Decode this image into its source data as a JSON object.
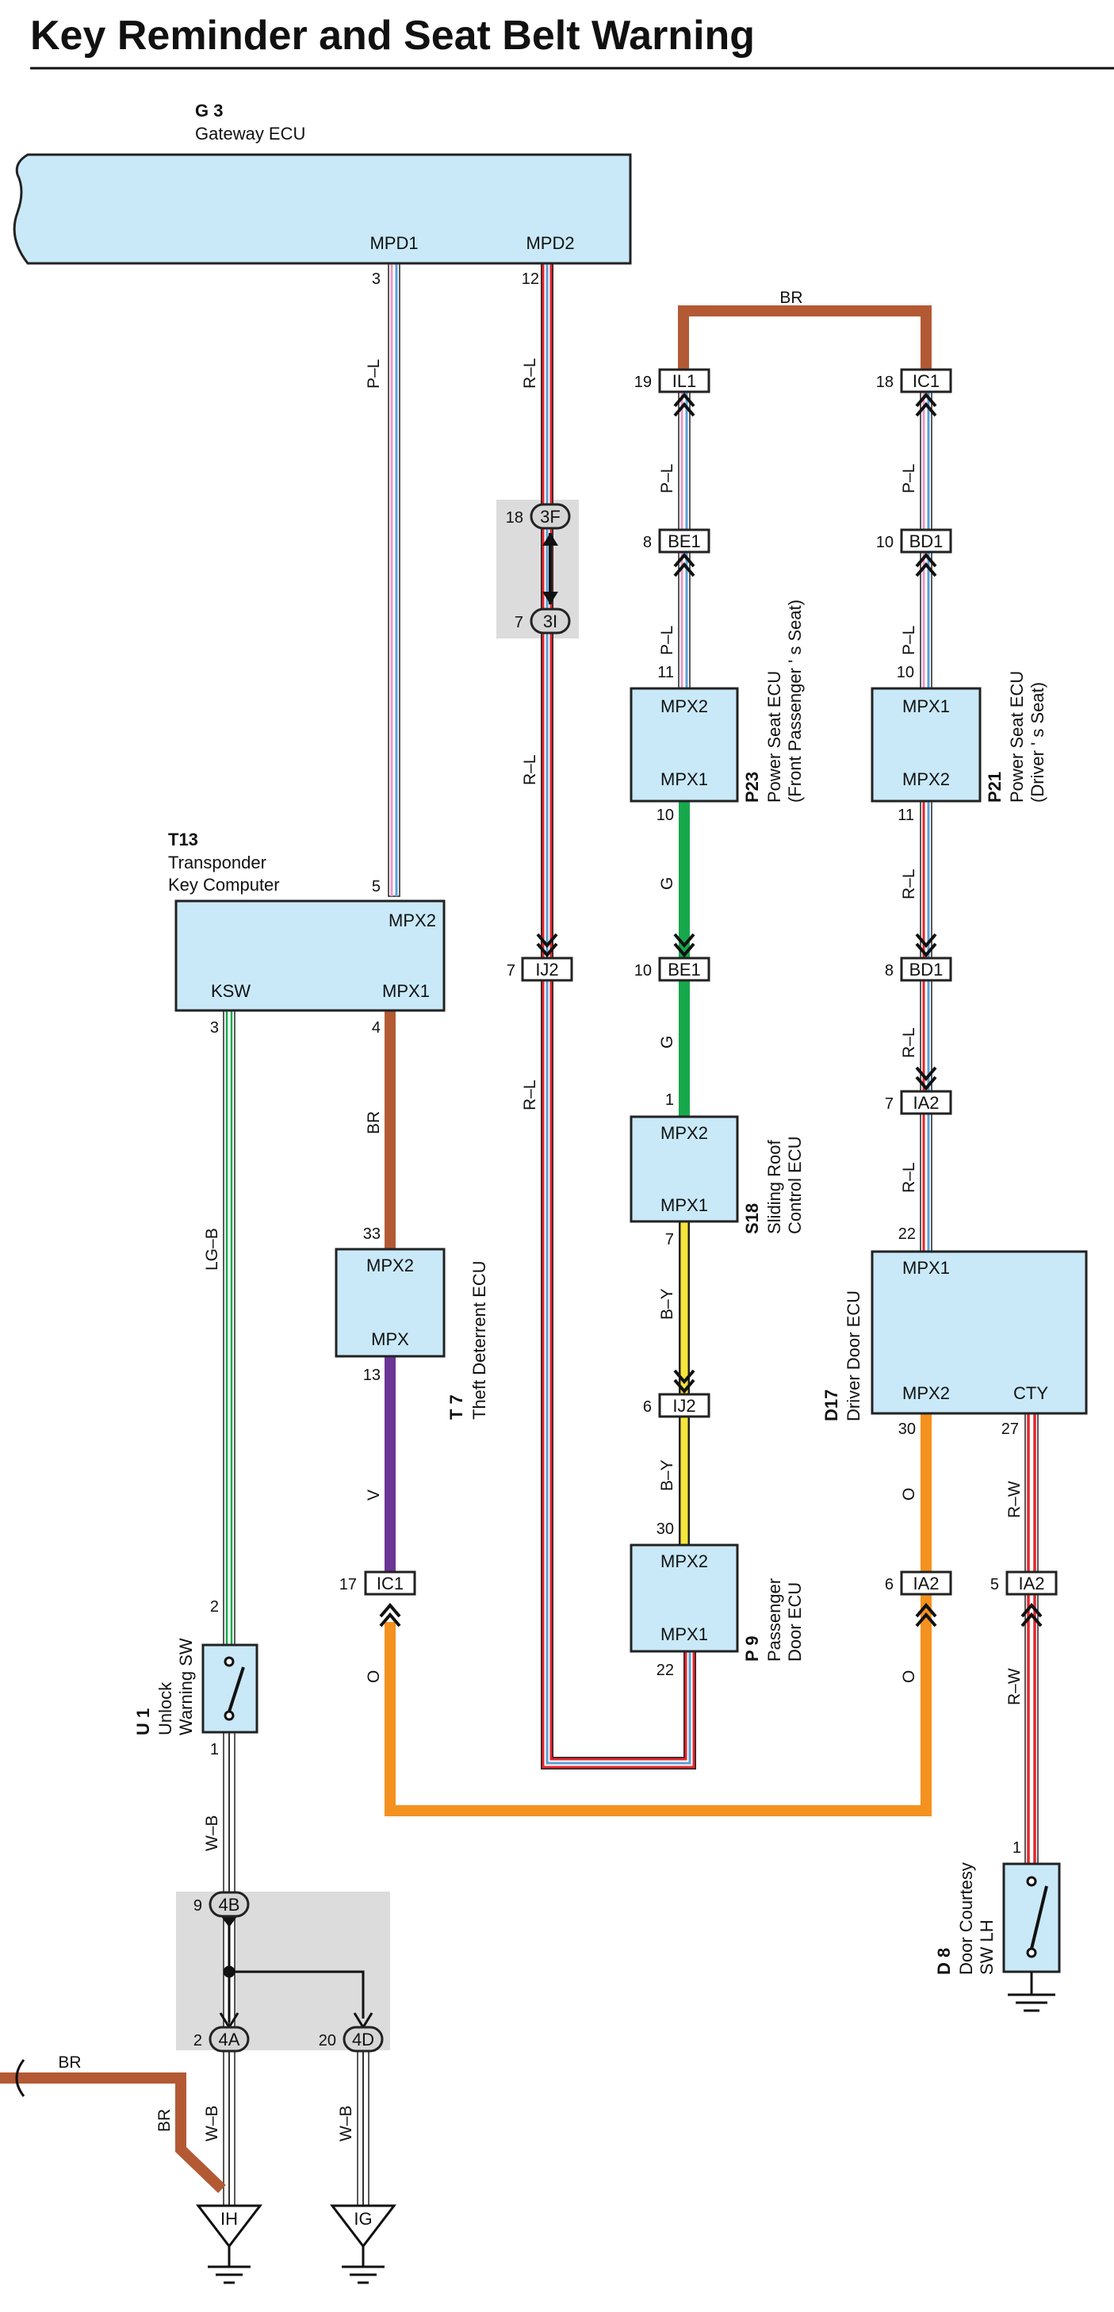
{
  "title": "Key Reminder and Seat Belt Warning",
  "components": {
    "g3": {
      "code": "G 3",
      "name": "Gateway ECU",
      "pins": [
        "MPD1",
        "MPD2"
      ],
      "pin_numbers": [
        "3",
        "12"
      ]
    },
    "t13": {
      "code": "T13",
      "name_line1": "Transponder",
      "name_line2": "Key Computer",
      "pins": [
        "MPX2",
        "KSW",
        "MPX1"
      ],
      "pin_numbers": [
        "5",
        "3",
        "4"
      ]
    },
    "t7": {
      "code": "T 7",
      "name": "Theft Deterrent ECU",
      "pins": [
        "MPX2",
        "MPX"
      ],
      "pin_numbers": [
        "33",
        "13"
      ]
    },
    "p23": {
      "code": "P23",
      "name_line1": "Power Seat ECU",
      "name_line2": "(Front Passenger ' s Seat)",
      "pins": [
        "MPX2",
        "MPX1"
      ],
      "pin_numbers": [
        "11",
        "10"
      ]
    },
    "p21": {
      "code": "P21",
      "name_line1": "Power Seat ECU",
      "name_line2": "(Driver ' s Seat)",
      "pins": [
        "MPX1",
        "MPX2"
      ],
      "pin_numbers": [
        "10",
        "11"
      ]
    },
    "s18": {
      "code": "S18",
      "name_line1": "Sliding Roof",
      "name_line2": "Control ECU",
      "pins": [
        "MPX2",
        "MPX1"
      ],
      "pin_numbers": [
        "1",
        "7"
      ]
    },
    "d17": {
      "code": "D17",
      "name": "Driver Door ECU",
      "pins": [
        "MPX1",
        "MPX2",
        "CTY"
      ],
      "pin_numbers": [
        "22",
        "30",
        "27"
      ]
    },
    "p9": {
      "code": "P 9",
      "name_line1": "Passenger",
      "name_line2": "Door ECU",
      "pins": [
        "MPX2",
        "MPX1"
      ],
      "pin_numbers": [
        "30",
        "22"
      ]
    },
    "u1": {
      "code": "U 1",
      "name_line1": "Unlock",
      "name_line2": "Warning SW",
      "pin_numbers": [
        "2",
        "1"
      ]
    },
    "d8": {
      "code": "D 8",
      "name_line1": "Door Courtesy",
      "name_line2": "SW LH",
      "pin_numbers": [
        "1"
      ]
    }
  },
  "connectors": {
    "il1": {
      "label": "IL1",
      "pin": "19"
    },
    "ic1_top": {
      "label": "IC1",
      "pin": "18"
    },
    "be1_top": {
      "label": "BE1",
      "pin": "8"
    },
    "bd1_top": {
      "label": "BD1",
      "pin": "10"
    },
    "ij2_mid": {
      "label": "IJ2",
      "pin": "7"
    },
    "be1_mid": {
      "label": "BE1",
      "pin": "10"
    },
    "bd1_mid": {
      "label": "BD1",
      "pin": "8"
    },
    "ia2_right": {
      "label": "IA2",
      "pin": "7"
    },
    "ij2_low": {
      "label": "IJ2",
      "pin": "6"
    },
    "ic1_low": {
      "label": "IC1",
      "pin": "17"
    },
    "ia2_low": {
      "label": "IA2",
      "pin": "6"
    },
    "ia2_cty": {
      "label": "IA2",
      "pin": "5"
    }
  },
  "junctions": {
    "j3f": {
      "label": "3F",
      "pin": "18"
    },
    "j3i": {
      "label": "3I",
      "pin": "7"
    },
    "j4b": {
      "label": "4B",
      "pin": "9"
    },
    "j4a": {
      "label": "4A",
      "pin": "2"
    },
    "j4d": {
      "label": "4D",
      "pin": "20"
    }
  },
  "grounds": {
    "ih": "IH",
    "ig": "IG"
  },
  "wires": {
    "pl": "P–L",
    "rl": "R–L",
    "br": "BR",
    "g": "G",
    "by": "B–Y",
    "lgb": "LG–B",
    "v": "V",
    "o": "O",
    "rw": "R–W",
    "wb": "W–B"
  },
  "colors": {
    "panel": "#c9e9f8",
    "brown": "#b35a35",
    "green": "#17a84c",
    "yellow": "#f5e63a",
    "orange": "#f5911e",
    "purple": "#6b3594",
    "red": "#e3262c",
    "blue": "#5a9fd6",
    "pink": "#e89ac8",
    "junction": "#dcdcdc"
  }
}
